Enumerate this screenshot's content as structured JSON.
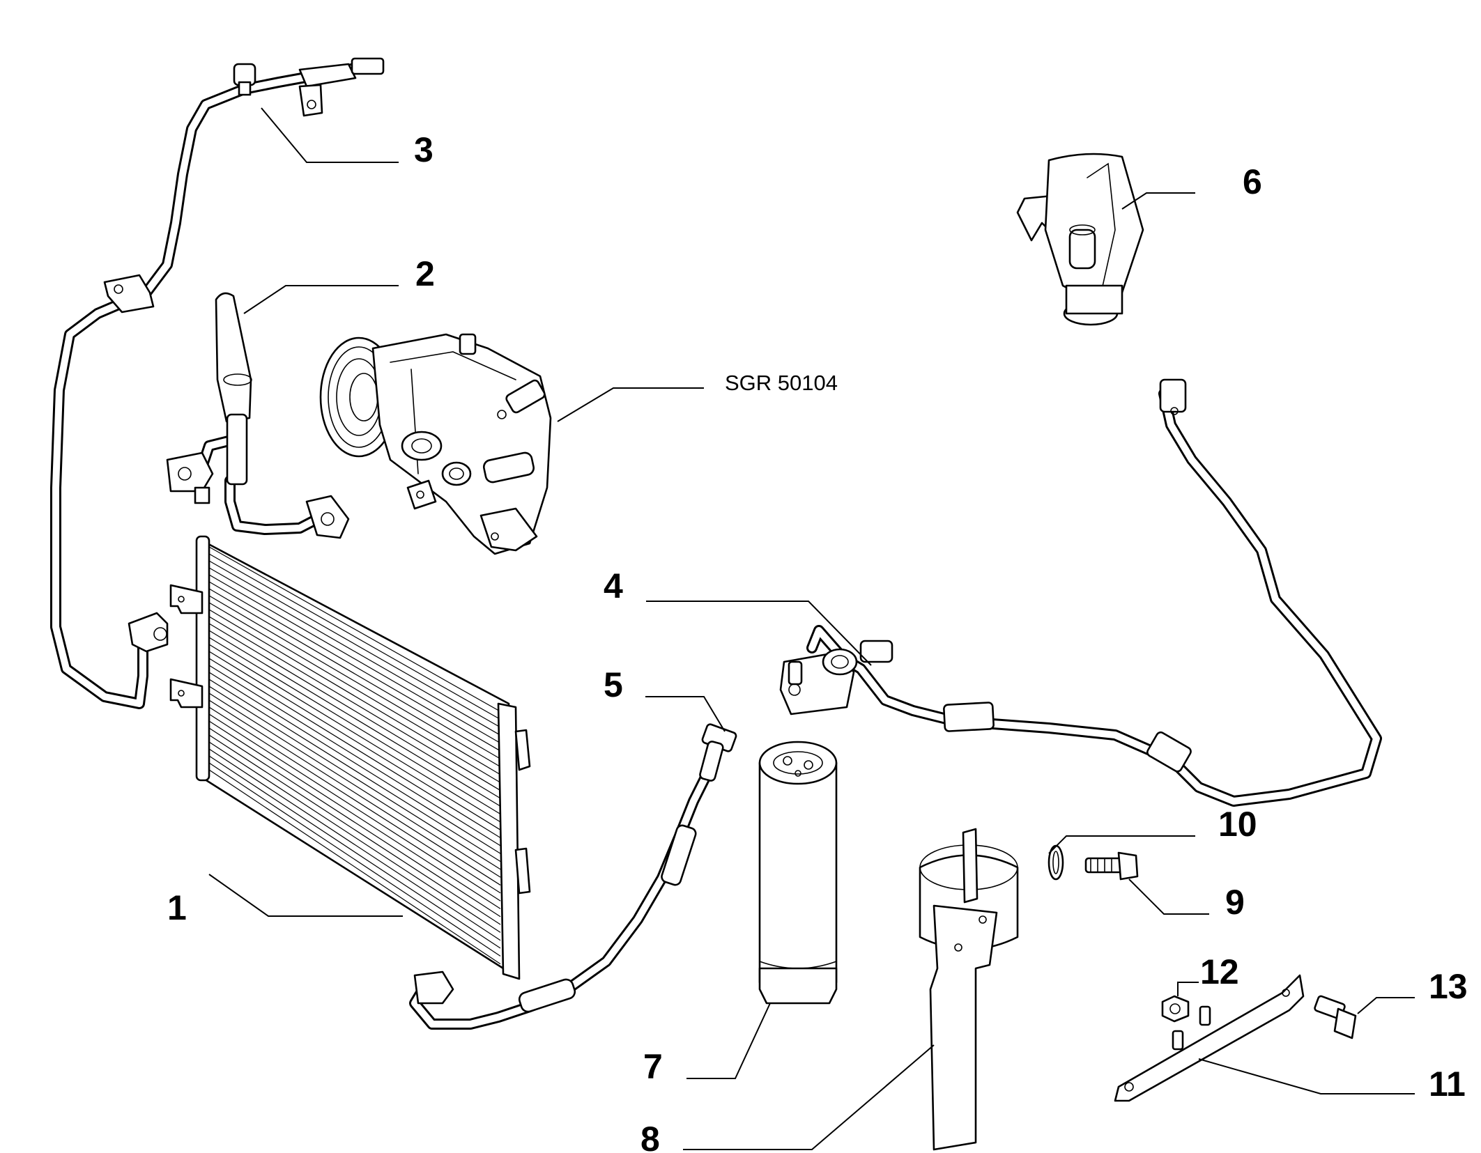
{
  "callouts": [
    {
      "id": "1",
      "label": "1"
    },
    {
      "id": "2",
      "label": "2"
    },
    {
      "id": "3",
      "label": "3"
    },
    {
      "id": "4",
      "label": "4"
    },
    {
      "id": "5",
      "label": "5"
    },
    {
      "id": "6",
      "label": "6"
    },
    {
      "id": "7",
      "label": "7"
    },
    {
      "id": "8",
      "label": "8"
    },
    {
      "id": "9",
      "label": "9"
    },
    {
      "id": "10",
      "label": "10"
    },
    {
      "id": "11",
      "label": "11"
    },
    {
      "id": "12",
      "label": "12"
    },
    {
      "id": "13",
      "label": "13"
    }
  ],
  "reference": "SGR 50104",
  "colors": {
    "line": "#000000",
    "background": "#ffffff"
  }
}
